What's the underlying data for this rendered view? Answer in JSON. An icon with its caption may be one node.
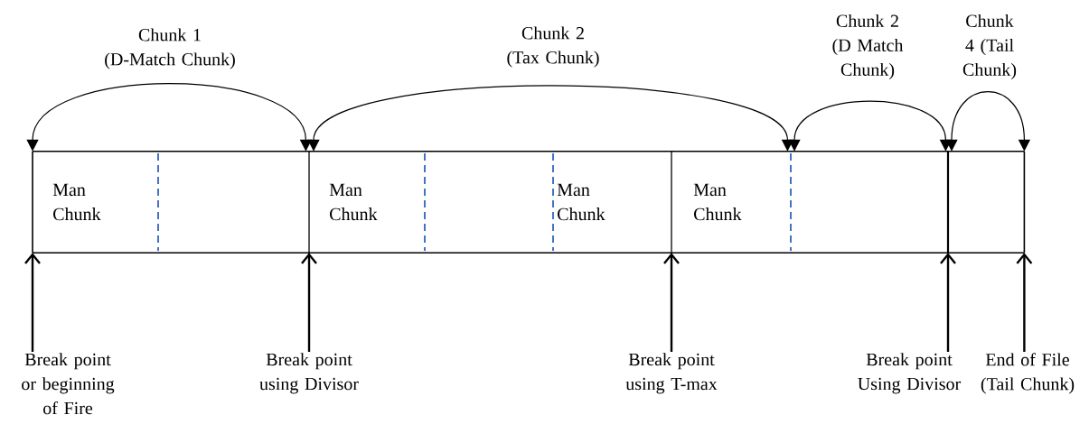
{
  "diagram": {
    "nodes": [
      {
        "text": [
          "Man Chunk"
        ]
      },
      {
        "text": [],
        "shape": "box"
      },
      {
        "text": [
          "Man Chunk"
        ]
      },
      {
        "text": [],
        "shape": "box"
      },
      {
        "text": [
          "Man Chunk"
        ]
      },
      {
        "text": [
          "Man Chunk"
        ]
      },
      {
        "text": [],
        "shape": "box"
      },
      {
        "text": [],
        "shape": "box"
      },
      {
        "text": [
          "Break point or beginning of Fire"
        ]
      },
      {
        "text": [
          "Break point using Divisor"
        ]
      },
      {
        "text": [
          "Break point using T-max"
        ]
      },
      {
        "text": [
          "Break point Using Divisor"
        ]
      },
      {
        "text": [
          "End of File (Tail Chunk)"
        ]
      }
    ],
    "edges": [
      {
        "from": 0,
        "to": 1,
        "arrow": "both",
        "label": "Chunk 1 (D-Match Chunk)"
      },
      {
        "from": 2,
        "to": 5,
        "arrow": "both",
        "label": "Chunk 2 (Tax Chunk)"
      },
      {
        "from": 6,
        "to": 6,
        "arrow": "both",
        "label": "Chunk 2 (D Match Chunk)"
      },
      {
        "from": 7,
        "to": 7,
        "arrow": "both",
        "label": "Chunk 4 (Tail Chunk)"
      },
      {
        "from": 8,
        "to": 0,
        "arrow": "to"
      },
      {
        "from": 9,
        "to": 2,
        "arrow": "to"
      },
      {
        "from": 10,
        "to": 5,
        "arrow": "to"
      },
      {
        "from": 11,
        "to": 7,
        "arrow": "to"
      },
      {
        "from": 12,
        "to": 7,
        "arrow": "to"
      }
    ]
  }
}
